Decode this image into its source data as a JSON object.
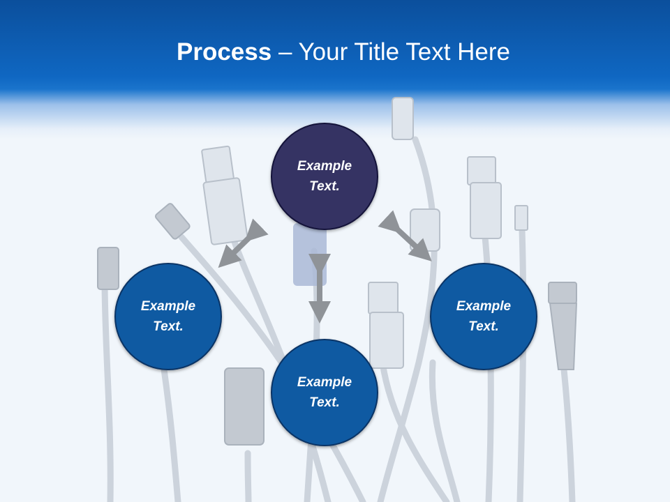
{
  "slide": {
    "title_bold": "Process",
    "title_rest": " – Your Title Text Here"
  },
  "nodes": {
    "top": {
      "line1": "Example",
      "line2": "Text."
    },
    "left": {
      "line1": "Example",
      "line2": "Text."
    },
    "right": {
      "line1": "Example",
      "line2": "Text."
    },
    "bottom": {
      "line1": "Example",
      "line2": "Text."
    }
  },
  "colors": {
    "header_blue": "#0f67c2",
    "node_dark": "#353363",
    "node_blue": "#0f5aa2",
    "arrow_gray": "#8f9398"
  }
}
